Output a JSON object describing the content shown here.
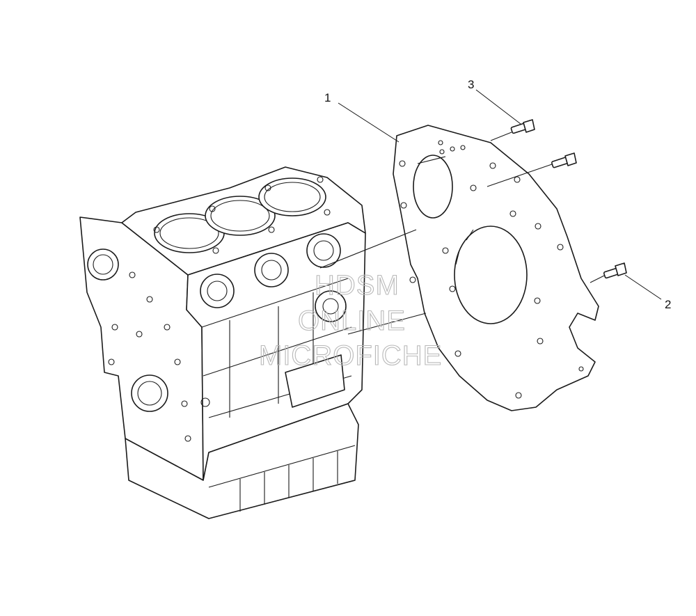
{
  "callouts": [
    {
      "id": "1",
      "label": "1"
    },
    {
      "id": "2",
      "label": "2"
    },
    {
      "id": "3",
      "label": "3"
    }
  ],
  "watermark": {
    "line1": "HDSM",
    "line2": "ONLINE",
    "line3": "MICROFICHE"
  }
}
